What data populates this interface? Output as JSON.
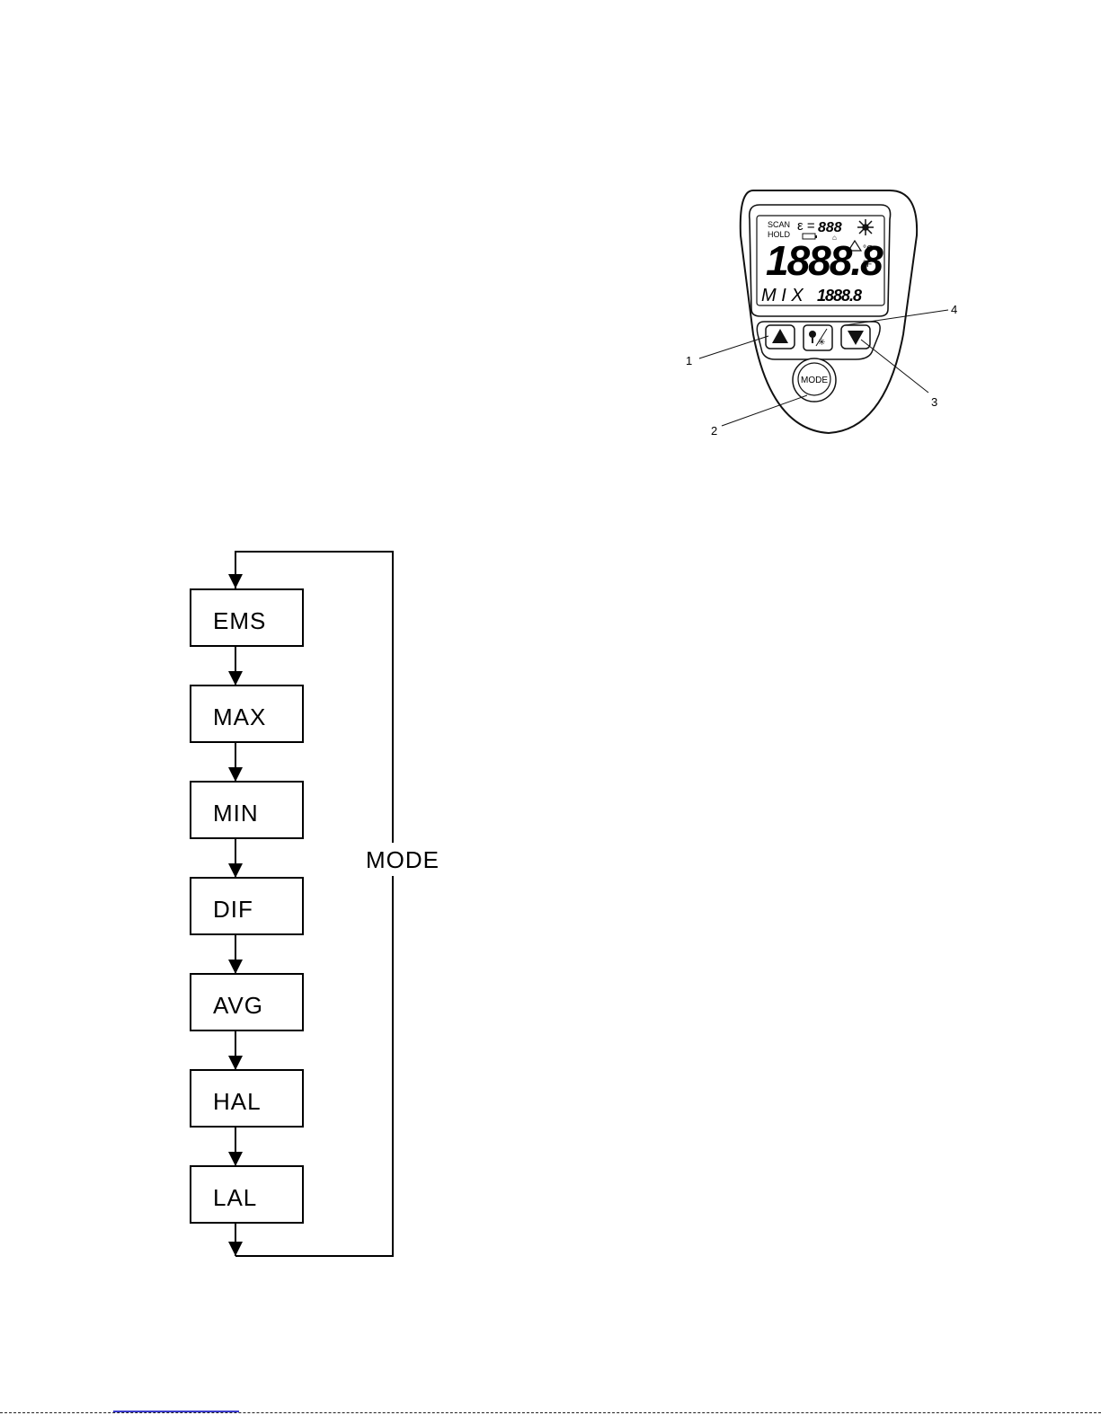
{
  "device": {
    "display": {
      "scan": "SCAN",
      "hold": "HOLD",
      "epsilon": "ε =",
      "emissivity": "888",
      "main_reading": "1888.8",
      "unit_c": "°C",
      "unit_f": "°F",
      "mode_text": "M I X",
      "sub_reading": "1888.8"
    },
    "buttons": {
      "up_icon": "triangle-up",
      "light_laser_icon": "backlight-laser",
      "down_icon": "triangle-down",
      "mode_label": "MODE"
    },
    "callouts": [
      "1",
      "2",
      "3",
      "4"
    ]
  },
  "flowchart": {
    "steps": [
      "EMS",
      "MAX",
      "MIN",
      "DIF",
      "AVG",
      "HAL",
      "LAL"
    ],
    "loop_label": "MODE"
  }
}
